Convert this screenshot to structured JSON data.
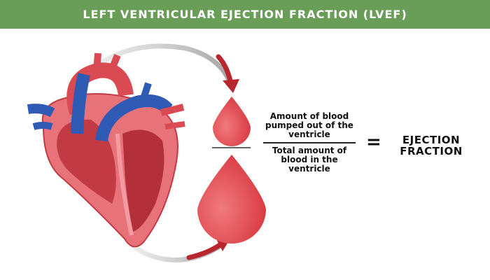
{
  "header": {
    "title": "LEFT VENTRICULAR EJECTION FRACTION (LVEF)",
    "background": "#6a9d58"
  },
  "formula": {
    "numerator": "Amount of blood pumped out of the ventricle",
    "denominator": "Total amount of blood in the ventricle",
    "equals": "=",
    "result": "EJECTION FRACTION"
  },
  "colors": {
    "blood_drop": "#e04a4f",
    "arrow": "#b8262e",
    "vein_blue": "#2f5bb5",
    "heart_pink": "#e8727a",
    "heart_dark": "#c23a44"
  },
  "icons": [
    "heart-anatomy-icon",
    "small-blood-drop-icon",
    "large-blood-drop-icon",
    "curved-arrow-icon"
  ]
}
